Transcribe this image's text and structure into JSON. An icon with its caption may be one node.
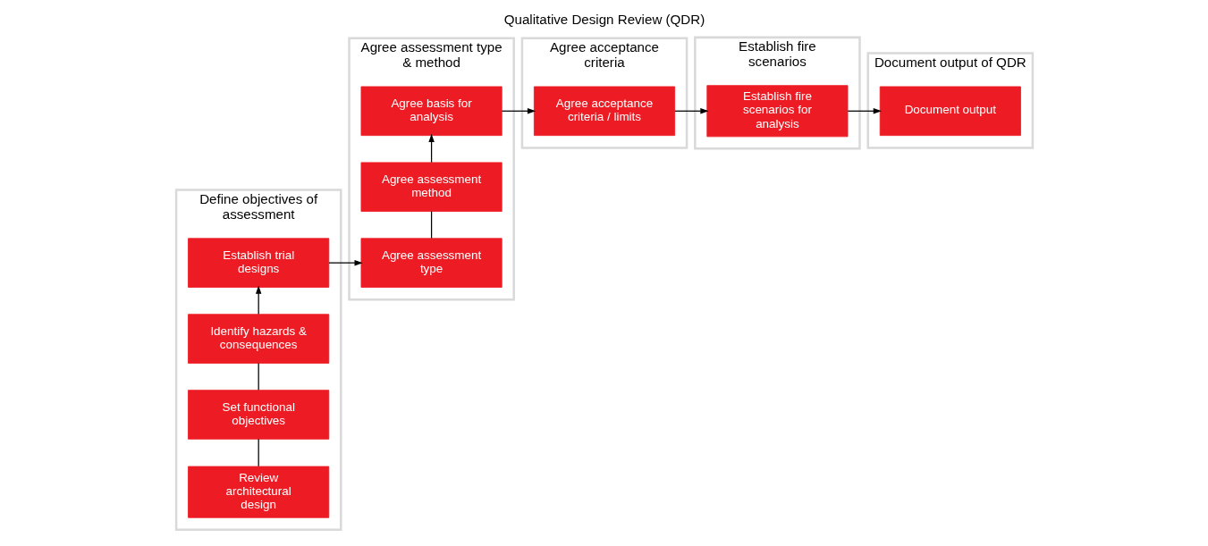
{
  "diagram": {
    "title": "Qualitative Design Review (QDR)",
    "nodes": [
      {
        "text": [
          "Define objectives of assessment"
        ]
      },
      {
        "text": [
          "Review architectural design"
        ],
        "in": 0
      },
      {
        "text": [
          "Set functional objectives"
        ],
        "in": 0
      },
      {
        "text": [
          "Identify hazards & consequences"
        ],
        "in": 0
      },
      {
        "text": [
          "Establish trial designs"
        ],
        "in": 0
      },
      {
        "text": [
          "Agree assessment type & method"
        ]
      },
      {
        "text": [
          "Agree assessment type"
        ],
        "in": 5
      },
      {
        "text": [
          "Agree assessment method"
        ],
        "in": 5
      },
      {
        "text": [
          "Agree basis for analysis"
        ],
        "in": 5
      },
      {
        "text": [
          "Agree acceptance criteria"
        ]
      },
      {
        "text": [
          "Agree acceptance criteria / limits"
        ],
        "in": 9
      },
      {
        "text": [
          "Establish fire scenarios"
        ]
      },
      {
        "text": [
          "Establish fire scenarios for analysis"
        ],
        "in": 11
      },
      {
        "text": [
          "Document output of QDR"
        ]
      },
      {
        "text": [
          "Document output"
        ],
        "in": 13
      }
    ],
    "edges": [
      {
        "from": 1,
        "to": 2,
        "arrow": "none"
      },
      {
        "from": 2,
        "to": 3,
        "arrow": "none"
      },
      {
        "from": 3,
        "to": 4,
        "arrow": "to"
      },
      {
        "from": 4,
        "to": 6,
        "arrow": "to"
      },
      {
        "from": 6,
        "to": 7,
        "arrow": "none"
      },
      {
        "from": 7,
        "to": 8,
        "arrow": "to"
      },
      {
        "from": 8,
        "to": 10,
        "arrow": "to"
      },
      {
        "from": 10,
        "to": 12,
        "arrow": "to"
      },
      {
        "from": 12,
        "to": 14,
        "arrow": "to"
      }
    ]
  }
}
